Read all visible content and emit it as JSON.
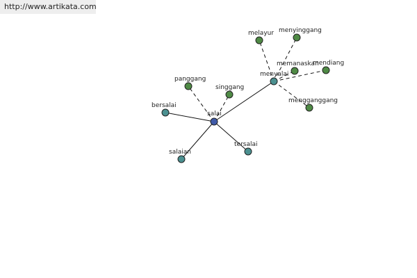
{
  "watermark": "http://www.artikata.com",
  "graph": {
    "colors": {
      "root": "#3f5aa8",
      "related": "#4b9090",
      "synonym": "#4f8a45"
    },
    "nodes": [
      {
        "id": "salai",
        "label": "salai",
        "kind": "root"
      },
      {
        "id": "menyalai",
        "label": "menyalai",
        "kind": "related"
      },
      {
        "id": "bersalai",
        "label": "bersalai",
        "kind": "related"
      },
      {
        "id": "salaian",
        "label": "salaian",
        "kind": "related"
      },
      {
        "id": "tersalai",
        "label": "tersalai",
        "kind": "related"
      },
      {
        "id": "panggang",
        "label": "panggang",
        "kind": "synonym"
      },
      {
        "id": "singgang",
        "label": "singgang",
        "kind": "synonym"
      },
      {
        "id": "melayur",
        "label": "melayur",
        "kind": "synonym"
      },
      {
        "id": "menyinggang",
        "label": "menyinggang",
        "kind": "synonym"
      },
      {
        "id": "memanaskan",
        "label": "memanaskan",
        "kind": "synonym"
      },
      {
        "id": "mendiang",
        "label": "mendiang",
        "kind": "synonym"
      },
      {
        "id": "mengganggang",
        "label": "mengganggang",
        "kind": "synonym"
      }
    ],
    "edges": [
      {
        "from": "salai",
        "to": "menyalai",
        "style": "solid"
      },
      {
        "from": "salai",
        "to": "bersalai",
        "style": "solid"
      },
      {
        "from": "salai",
        "to": "salaian",
        "style": "solid"
      },
      {
        "from": "salai",
        "to": "tersalai",
        "style": "solid"
      },
      {
        "from": "salai",
        "to": "panggang",
        "style": "dashed"
      },
      {
        "from": "salai",
        "to": "singgang",
        "style": "dashed"
      },
      {
        "from": "menyalai",
        "to": "melayur",
        "style": "dashed"
      },
      {
        "from": "menyalai",
        "to": "menyinggang",
        "style": "dashed"
      },
      {
        "from": "menyalai",
        "to": "memanaskan",
        "style": "dashed"
      },
      {
        "from": "menyalai",
        "to": "mendiang",
        "style": "dashed"
      },
      {
        "from": "menyalai",
        "to": "mengganggang",
        "style": "dashed"
      }
    ]
  }
}
